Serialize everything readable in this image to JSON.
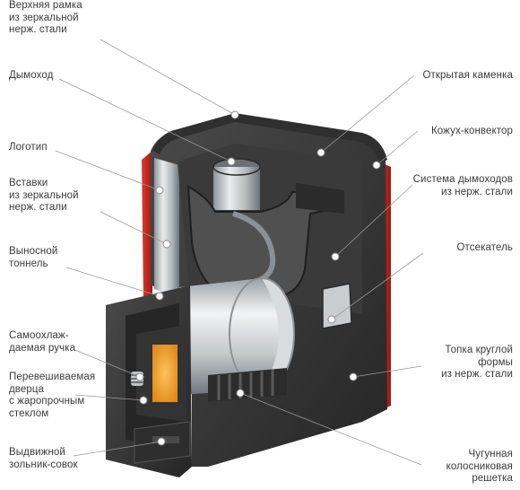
{
  "labels": {
    "top_frame": "Верхняя рамка\nиз зеркальной\nнерж. стали",
    "chimney": "Дымоход",
    "logo": "Логотип",
    "inserts": "Вставки\nиз зеркальной\nнерж. стали",
    "tunnel": "Выносной\nтоннель",
    "handle": "Самоохлаж-\nдаемая ручка",
    "door": "Перевешиваемая\nдверца\nс жаропрочным\nстеклом",
    "ash_pan": "Выдвижной\nзольник-совок",
    "open_heater": "Открытая каменка",
    "convector": "Кожух-конвектор",
    "flue_system": "Система дымоходов\nиз нерж. стали",
    "cutter": "Отсекатель",
    "firebox": "Топка круглой\nформы\nиз нерж. стали",
    "grate": "Чугунная\nколосниковая\nрешетка"
  },
  "colors": {
    "body_dark": "#3b3b3b",
    "red_panel": "#c8261c",
    "steel": "#c9cdd0",
    "glass": "#f2a93b"
  }
}
